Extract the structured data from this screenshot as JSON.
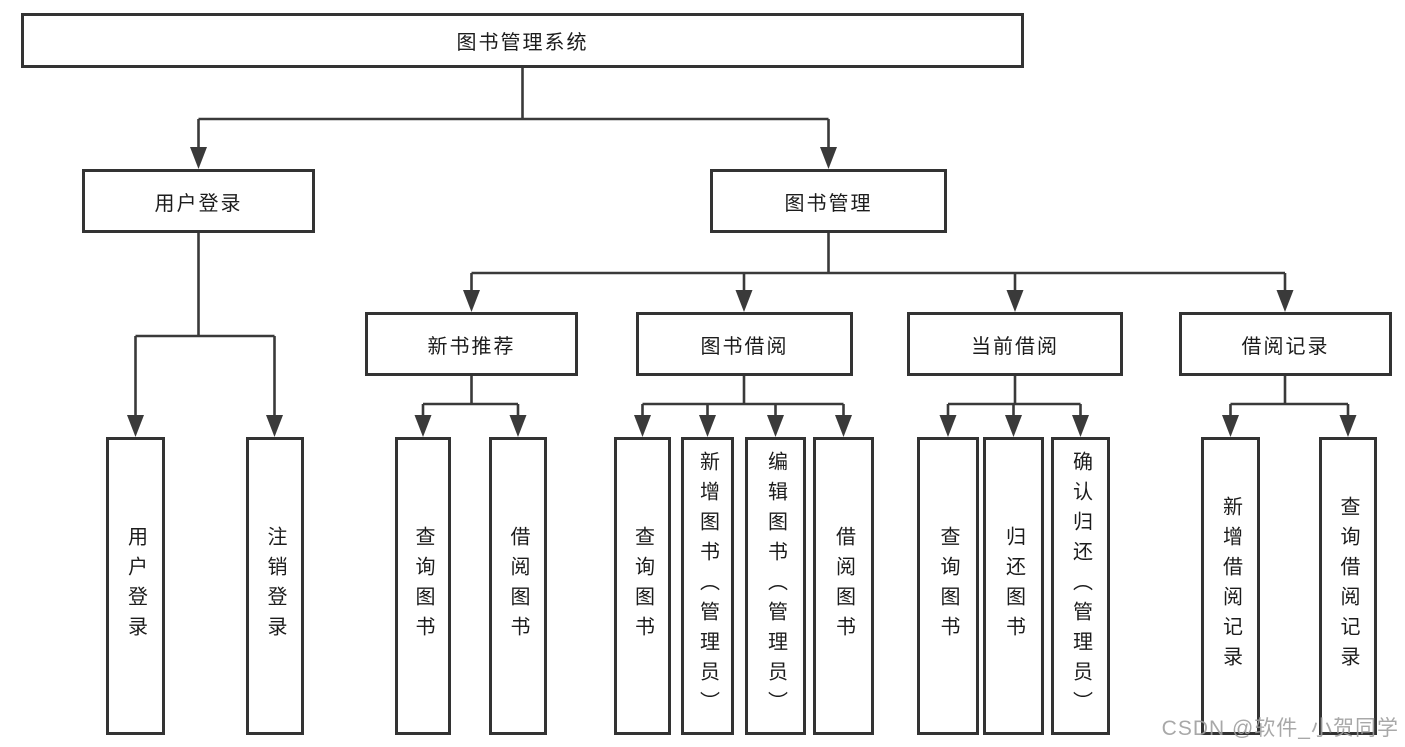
{
  "tree": {
    "label": "图书管理系统",
    "children": [
      {
        "label": "用户登录",
        "children": [
          {
            "label": "用户登录"
          },
          {
            "label": "注销登录"
          }
        ]
      },
      {
        "label": "图书管理",
        "children": [
          {
            "label": "新书推荐",
            "children": [
              {
                "label": "查询图书"
              },
              {
                "label": "借阅图书"
              }
            ]
          },
          {
            "label": "图书借阅",
            "children": [
              {
                "label": "查询图书"
              },
              {
                "label": "新增图书（管理员）"
              },
              {
                "label": "编辑图书（管理员）"
              },
              {
                "label": "借阅图书"
              }
            ]
          },
          {
            "label": "当前借阅",
            "children": [
              {
                "label": "查询图书"
              },
              {
                "label": "归还图书"
              },
              {
                "label": "确认归还（管理员）"
              }
            ]
          },
          {
            "label": "借阅记录",
            "children": [
              {
                "label": "新增借阅记录"
              },
              {
                "label": "查询借阅记录"
              }
            ]
          }
        ]
      }
    ]
  },
  "watermark": {
    "text": "CSDN @软件_小贺同学"
  },
  "colors": {
    "line": "#3a3a3a",
    "box_border": "#333333",
    "text": "#1c1c1c",
    "watermark": "#9e9e9e",
    "background": "#ffffff"
  }
}
